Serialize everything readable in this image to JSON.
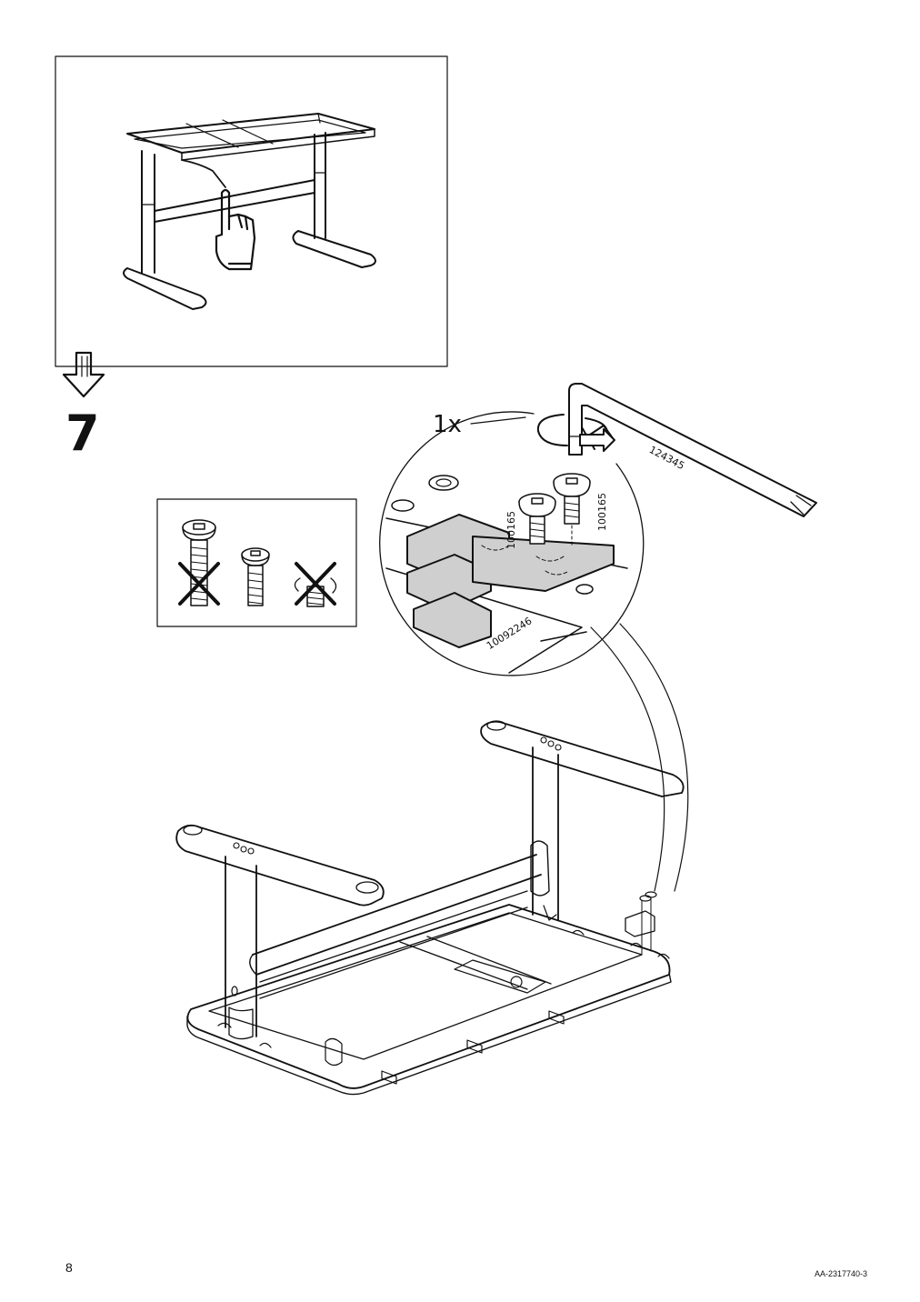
{
  "page": {
    "step_number": "7",
    "page_number": "8",
    "doc_code": "AA-2317740-3"
  },
  "detail": {
    "quantity": "1x",
    "tool_code": "124345",
    "screw_code_left": "100165",
    "screw_code_right": "100165",
    "bracket_code": "10092246"
  },
  "icons": {
    "warning_panel": [
      "screw-long-crossed-icon",
      "screw-correct-icon",
      "screw-short-crossed-icon"
    ],
    "pointing_hand": "pointing-hand-icon",
    "down_arrow": "down-arrow-icon",
    "allen_key": "allen-key-icon",
    "rotation_arrow": "rotation-arrow-icon"
  },
  "colors": {
    "line": "#111111",
    "part_fill": "#cfcfcf",
    "background": "#ffffff"
  }
}
